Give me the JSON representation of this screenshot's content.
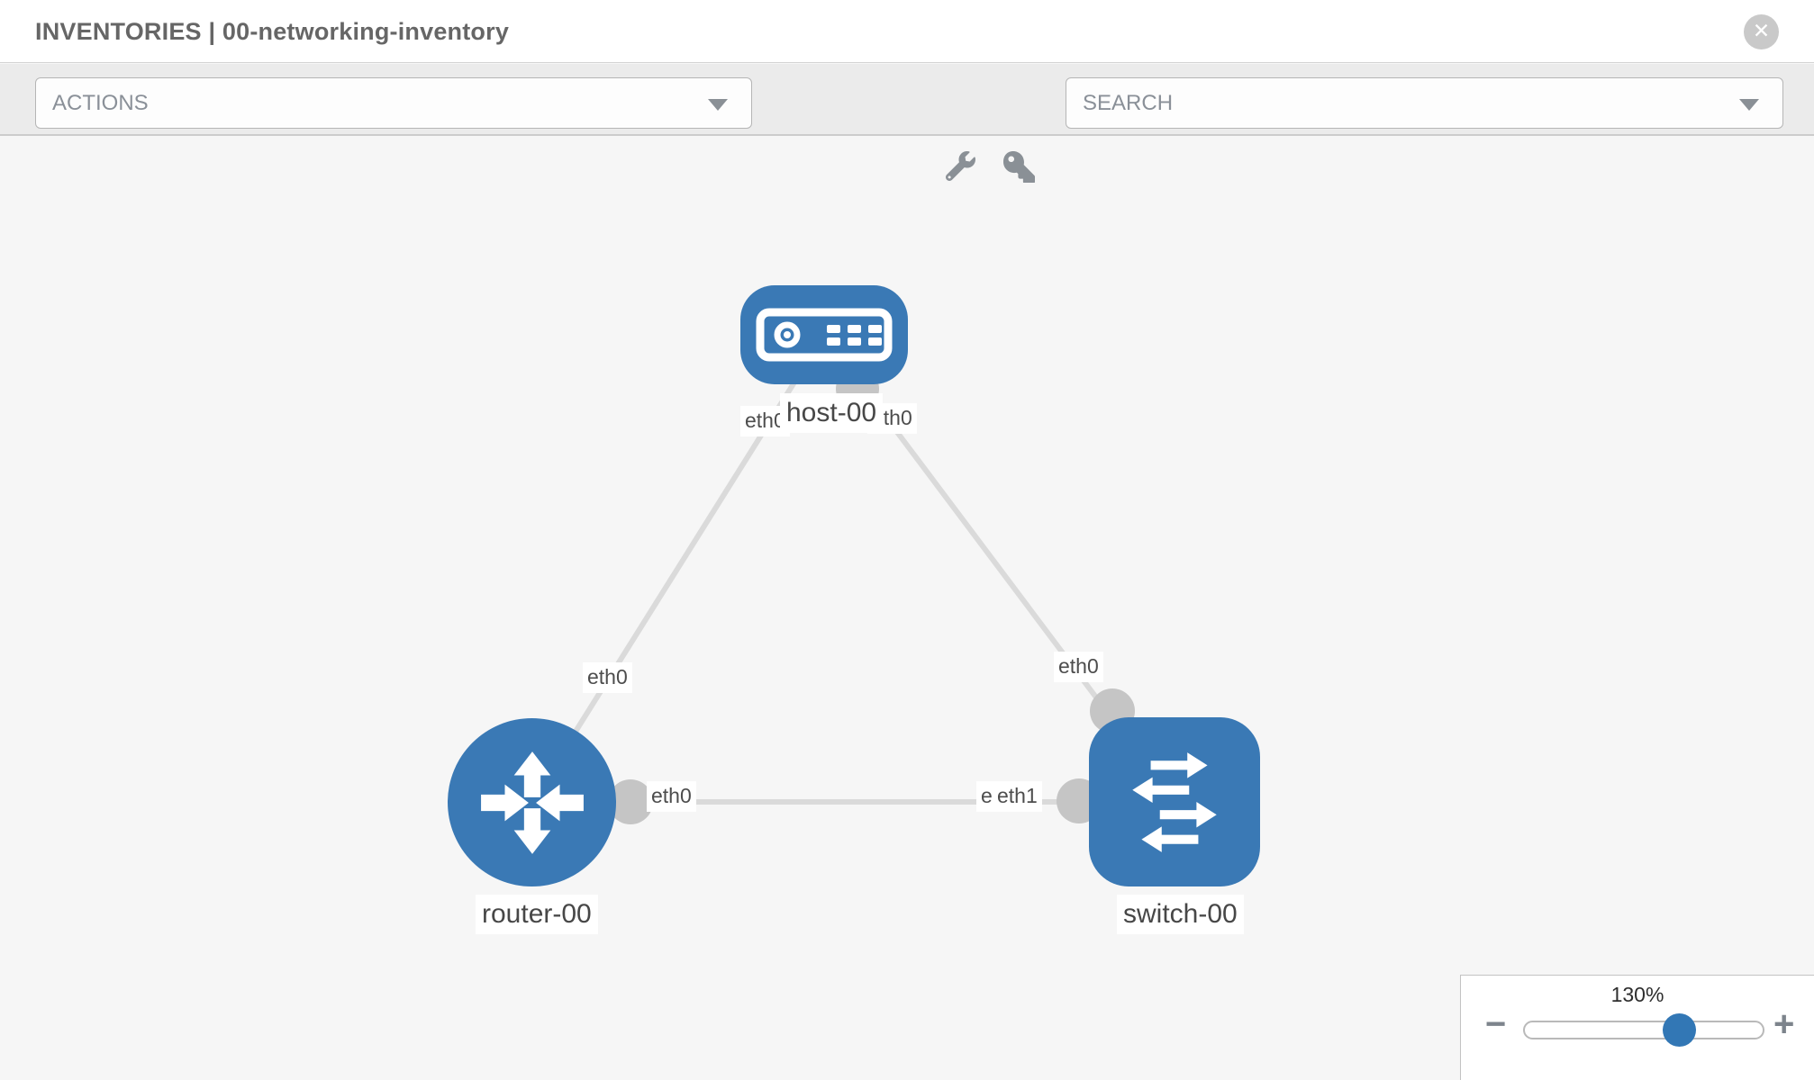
{
  "header": {
    "title": "INVENTORIES | 00-networking-inventory",
    "close_glyph": "✕"
  },
  "toolbar": {
    "actions_placeholder": "ACTIONS",
    "search_placeholder": "SEARCH",
    "icons": [
      "wrench-icon",
      "key-icon"
    ]
  },
  "topology": {
    "nodes": [
      {
        "id": "host-00",
        "type": "host",
        "label": "host-00"
      },
      {
        "id": "router-00",
        "type": "router",
        "label": "router-00"
      },
      {
        "id": "switch-00",
        "type": "switch",
        "label": "switch-00"
      }
    ],
    "links": [
      {
        "from": "host-00",
        "to": "router-00",
        "from_iface": "eth0",
        "to_iface": "eth0"
      },
      {
        "from": "host-00",
        "to": "switch-00",
        "from_iface": "eth0",
        "to_iface": "eth0"
      },
      {
        "from": "router-00",
        "to": "switch-00",
        "from_iface": "eth0",
        "to_iface": "eth1",
        "to_iface_behind": "eth0"
      }
    ]
  },
  "zoom_control": {
    "value": "130%",
    "minus_glyph": "−",
    "plus_glyph": "+"
  },
  "colors": {
    "node_blue": "#3a79b5",
    "knob_blue": "#3277b5",
    "link_gray": "#dadada",
    "endpoint_gray": "#c5c5c5",
    "toolbar_gray": "#ebebeb",
    "canvas_gray": "#f6f6f6"
  }
}
